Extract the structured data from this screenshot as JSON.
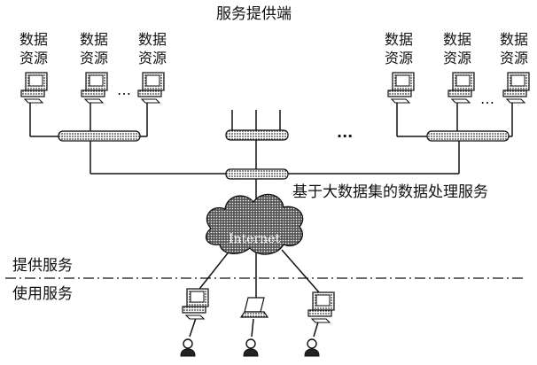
{
  "title": "服务提供端",
  "data_source_label": [
    "数据",
    "资源"
  ],
  "ellipsis": "…",
  "gap_dots": "···",
  "hub_label": "基于大数据集的数据处理服务",
  "cloud_label": "Internet",
  "provide_label": "提供服务",
  "use_label": "使用服务"
}
